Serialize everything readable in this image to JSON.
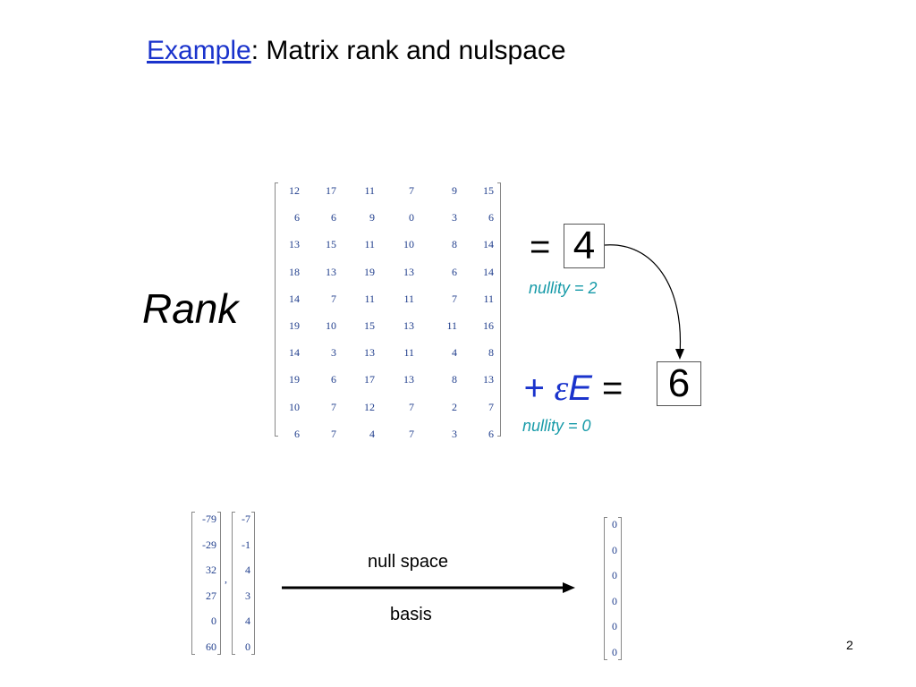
{
  "title": {
    "link_text": "Example",
    "rest_text": ":  Matrix rank and nulspace"
  },
  "rank_label": "Rank",
  "main_matrix": [
    [
      "12",
      "17",
      "11",
      "7",
      "9",
      "15"
    ],
    [
      "6",
      "6",
      "9",
      "0",
      "3",
      "6"
    ],
    [
      "13",
      "15",
      "11",
      "10",
      "8",
      "14"
    ],
    [
      "18",
      "13",
      "19",
      "13",
      "6",
      "14"
    ],
    [
      "14",
      "7",
      "11",
      "11",
      "7",
      "11"
    ],
    [
      "19",
      "10",
      "15",
      "13",
      "11",
      "16"
    ],
    [
      "14",
      "3",
      "13",
      "11",
      "4",
      "8"
    ],
    [
      "19",
      "6",
      "17",
      "13",
      "8",
      "13"
    ],
    [
      "10",
      "7",
      "12",
      "7",
      "2",
      "7"
    ],
    [
      "6",
      "7",
      "4",
      "7",
      "3",
      "6"
    ]
  ],
  "rank_result": {
    "equals": "=",
    "value": "4",
    "nullity": "nullity = 2"
  },
  "perturbed_result": {
    "plus": "+ ",
    "epsilon": "ε",
    "E": "E",
    "equals": " =",
    "value": "6",
    "nullity": "nullity = 0"
  },
  "null_vectors": [
    [
      "-79",
      "-29",
      "32",
      "27",
      "0",
      "60"
    ],
    [
      "-7",
      "-1",
      "4",
      "3",
      "4",
      "0"
    ]
  ],
  "vector_separator": ",",
  "zero_vector": [
    "0",
    "0",
    "0",
    "0",
    "0",
    "0"
  ],
  "arrow_labels": {
    "top": "null space",
    "bottom": "basis"
  },
  "page_number": "2",
  "colors": {
    "title_link": "#1a33cc",
    "matrix_text": "#1f3d8c",
    "nullity_text": "#169aa8",
    "epsilon_text": "#1a33cc"
  }
}
